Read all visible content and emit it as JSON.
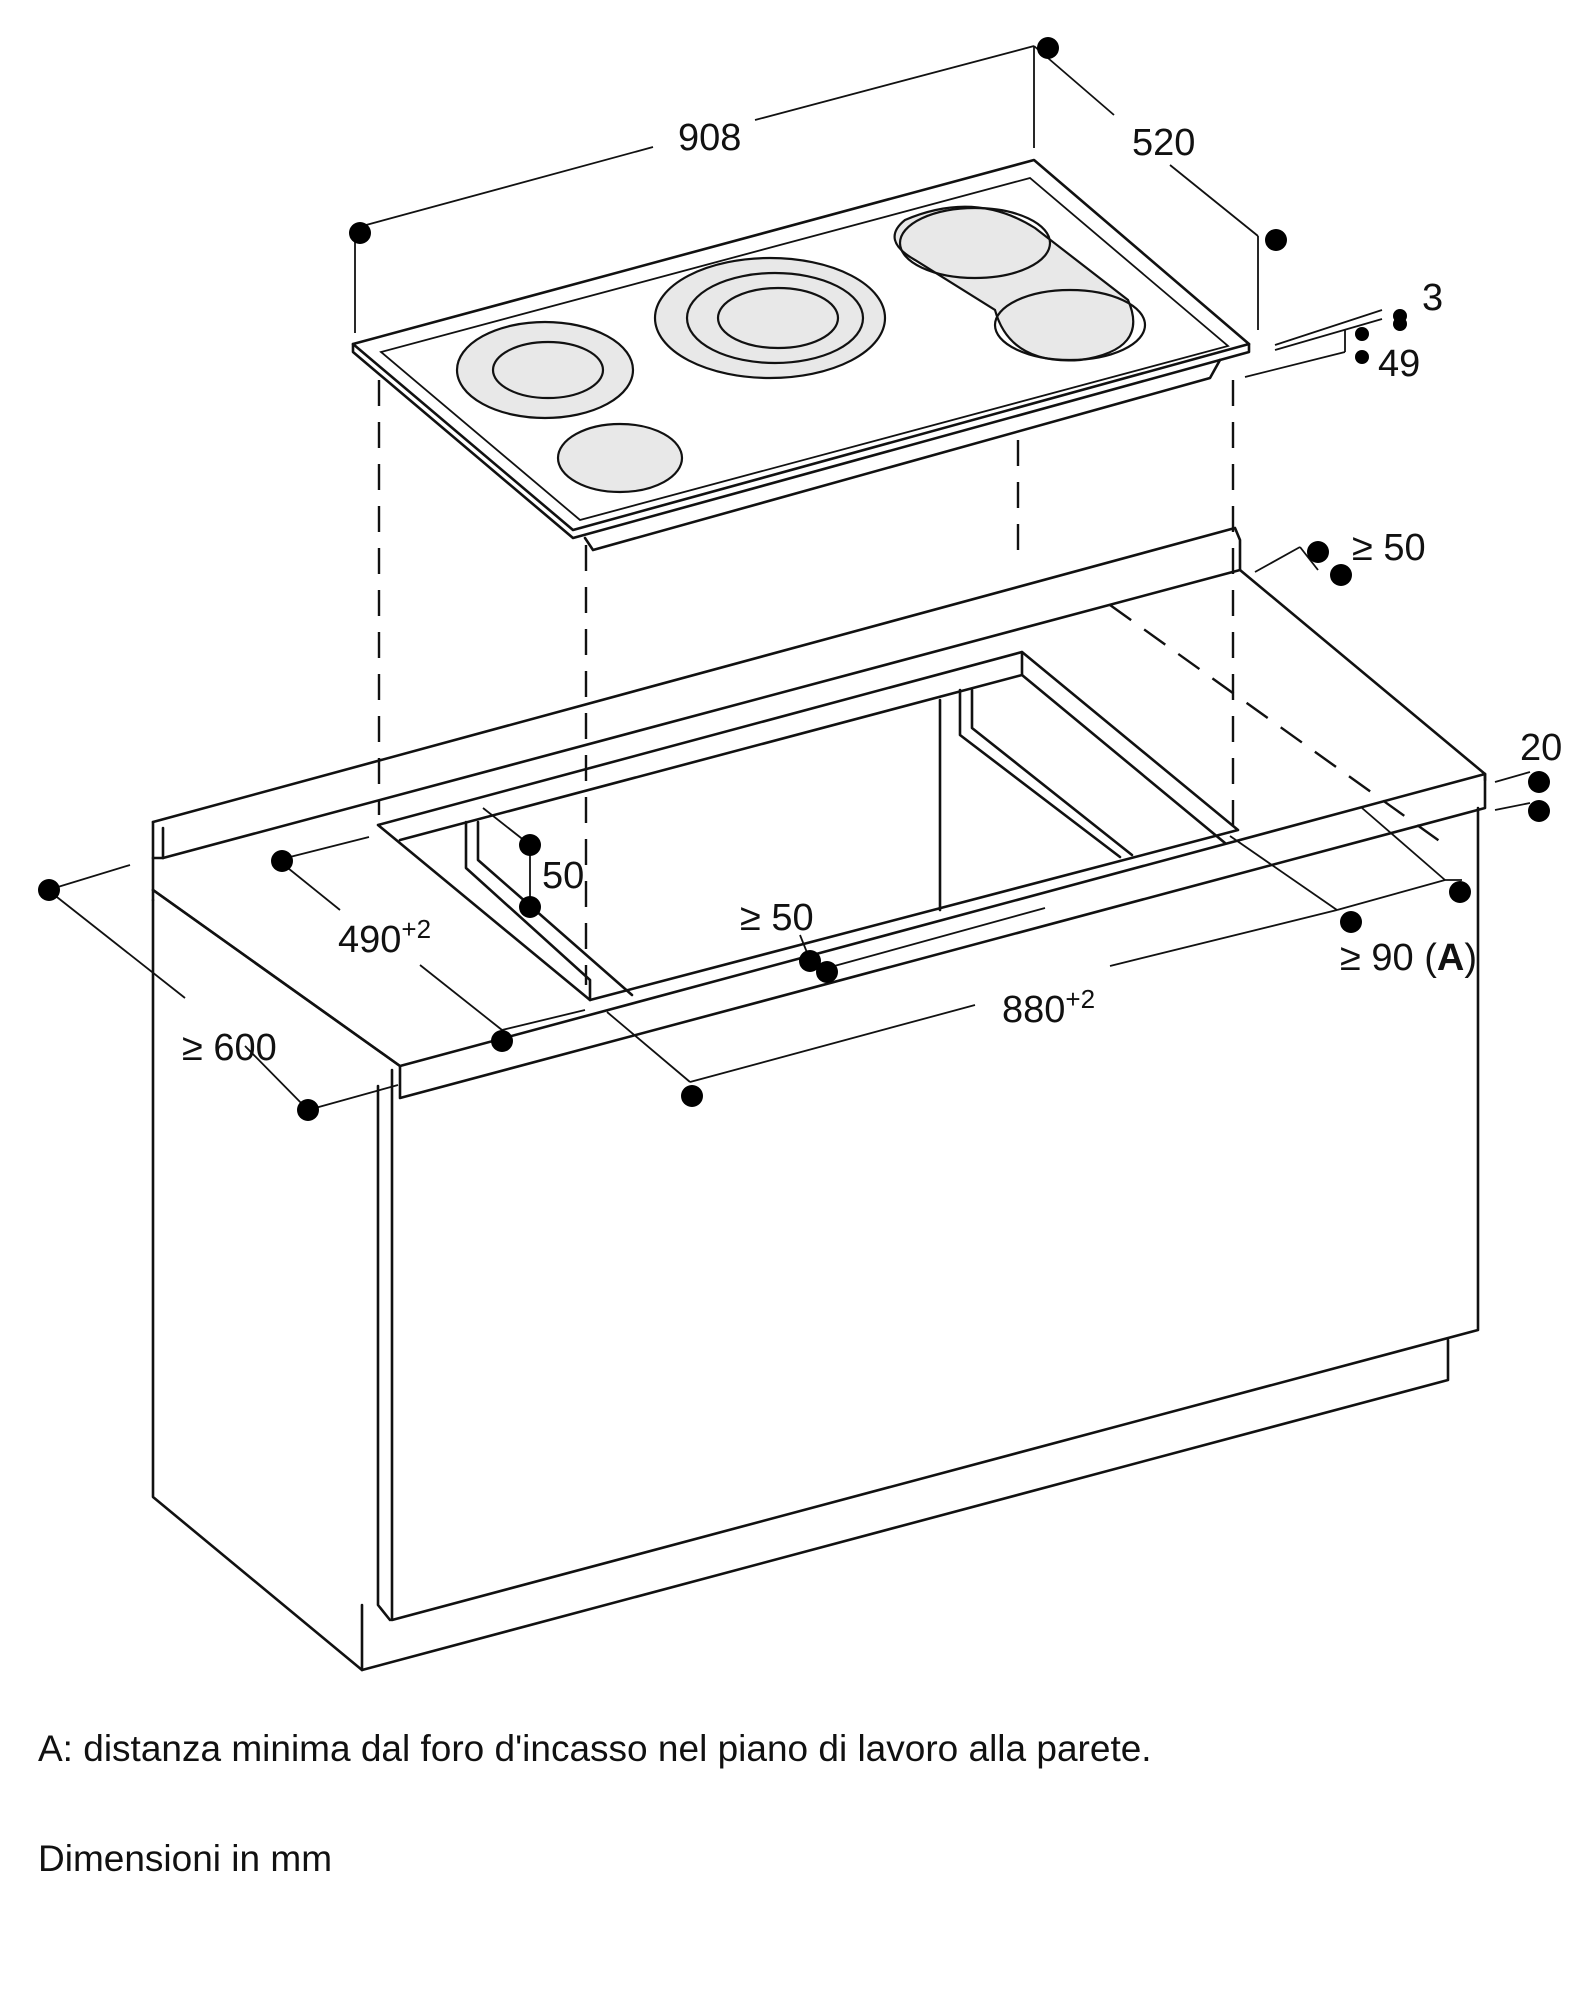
{
  "dimensions": {
    "hob_width": "908",
    "hob_depth": "520",
    "glass_thickness": "3",
    "hob_height": "49",
    "rear_clearance": "≥ 50",
    "worktop_thickness": "20",
    "side_clearance": "≥ 50",
    "cutout_depth": "490",
    "cutout_depth_tol": "+2",
    "cutout_width": "880",
    "cutout_width_tol": "+2",
    "front_gap": "50",
    "worktop_depth": "≥ 600",
    "wall_distance_prefix": "≥ 90 (",
    "wall_distance_ref": "A",
    "wall_distance_suffix": ")"
  },
  "captions": {
    "note": "A: distanza minima dal foro d'incasso nel piano di lavoro alla parete.",
    "units": "Dimensioni in mm"
  }
}
